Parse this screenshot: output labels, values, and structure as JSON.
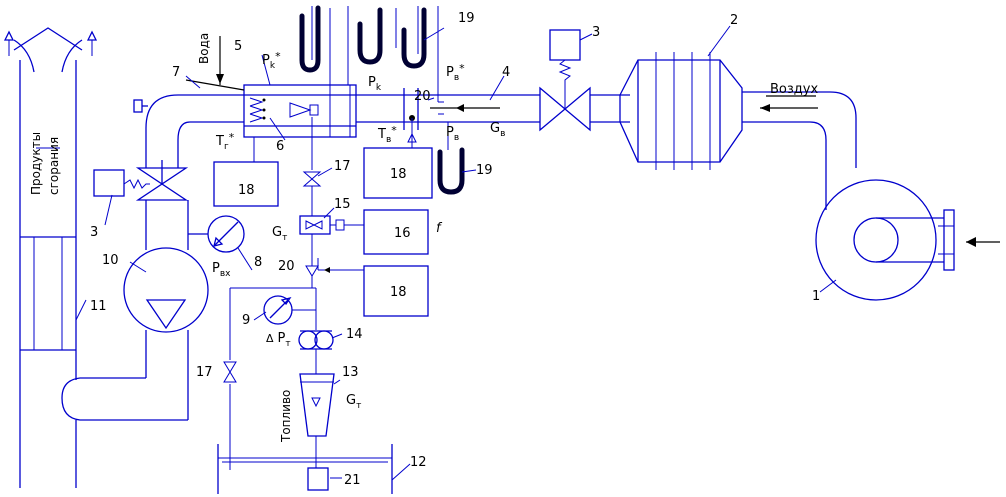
{
  "labels": {
    "voda": "Вода",
    "vozdukh": "Воздух",
    "produkty": "Продукты",
    "sgoraniya": "сгорания",
    "toplivo": "Топливо",
    "pk_star": "P",
    "pk_star_sub": "k",
    "pk": "P",
    "pk_sub": "k",
    "pv_star": "P",
    "pv_star_sub": "в",
    "pv": "P",
    "pv_sub": "в",
    "gv": "G",
    "gv_sub": "в",
    "tv_star": "T",
    "tv_star_sub": "в",
    "tg_star": "T",
    "tg_star_sub": "г",
    "gt_left": "G",
    "gt_left_sub": "т",
    "gt_right": "G",
    "gt_right_sub": "т",
    "pt": "P",
    "pt_sub": "т",
    "pbx": "P",
    "pbx_sub": "вх",
    "f": "f",
    "star": "*",
    "delta": "Δ"
  },
  "numbers": {
    "n1": "1",
    "n2": "2",
    "n3a": "3",
    "n3b": "3",
    "n4": "4",
    "n5": "5",
    "n6": "6",
    "n7": "7",
    "n8": "8",
    "n9": "9",
    "n10": "10",
    "n11": "11",
    "n12": "12",
    "n13": "13",
    "n14": "14",
    "n15": "15",
    "n16": "16",
    "n17a": "17",
    "n17b": "17",
    "n18a": "18",
    "n18b": "18",
    "n18c": "18",
    "n19a": "19",
    "n19b": "19",
    "n20a": "20",
    "n20b": "20",
    "n21": "21"
  }
}
